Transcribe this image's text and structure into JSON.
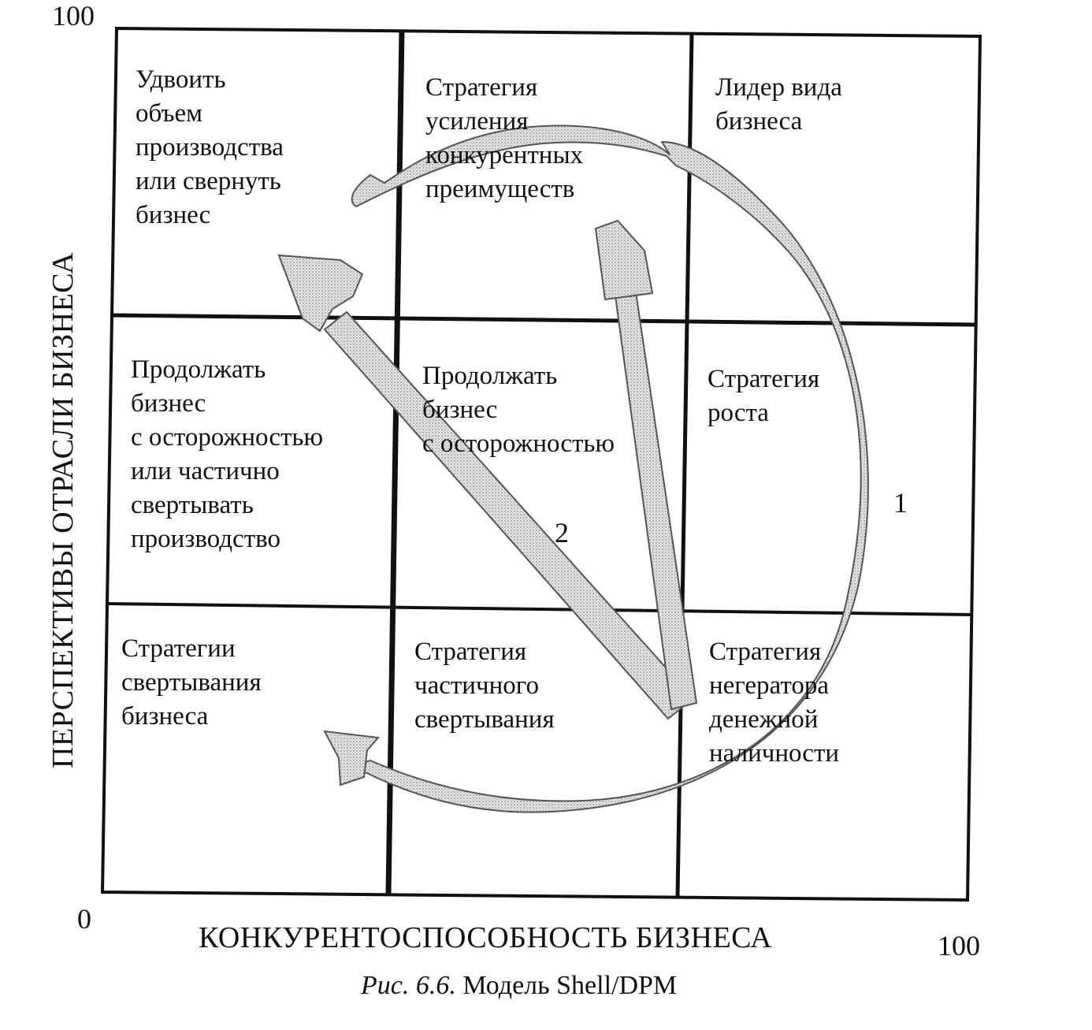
{
  "axes": {
    "y_max": "100",
    "origin": "0",
    "x_max": "100",
    "y_label": "ПЕРСПЕКТИВЫ ОТРАСЛИ БИЗНЕСА",
    "x_label": "КОНКУРЕНТОСПОСОБНОСТЬ БИЗНЕСА"
  },
  "cells": {
    "top_left": [
      "Удвоить",
      "объем",
      "производства",
      "или свернуть",
      "бизнес"
    ],
    "top_mid": [
      "Стратегия",
      "усиления",
      "конкурентных",
      "преимуществ"
    ],
    "top_right": [
      "Лидер вида",
      "бизнеса"
    ],
    "mid_left": [
      "Продолжать",
      "бизнес",
      "с осторожностью",
      "или частично",
      "свертывать",
      "производство"
    ],
    "mid_mid": [
      "Продолжать",
      "бизнес",
      "с осторожностью"
    ],
    "mid_right": [
      "Стратегия",
      "роста"
    ],
    "bot_left": [
      "Стратегии",
      "свертывания",
      "бизнеса"
    ],
    "bot_mid": [
      "Стратегия",
      "частичного",
      "свертывания"
    ],
    "bot_right": [
      "Стратегия",
      "негератора",
      "денежной",
      "наличности"
    ]
  },
  "routes": {
    "route_1": "1",
    "route_2": "2"
  },
  "caption": {
    "prefix": "Рис. 6.6.",
    "title": "Модель Shell/DPM"
  },
  "colors": {
    "line": "#111111",
    "arrow_fill": "#d9d9d9",
    "arrow_stroke": "#555555"
  }
}
